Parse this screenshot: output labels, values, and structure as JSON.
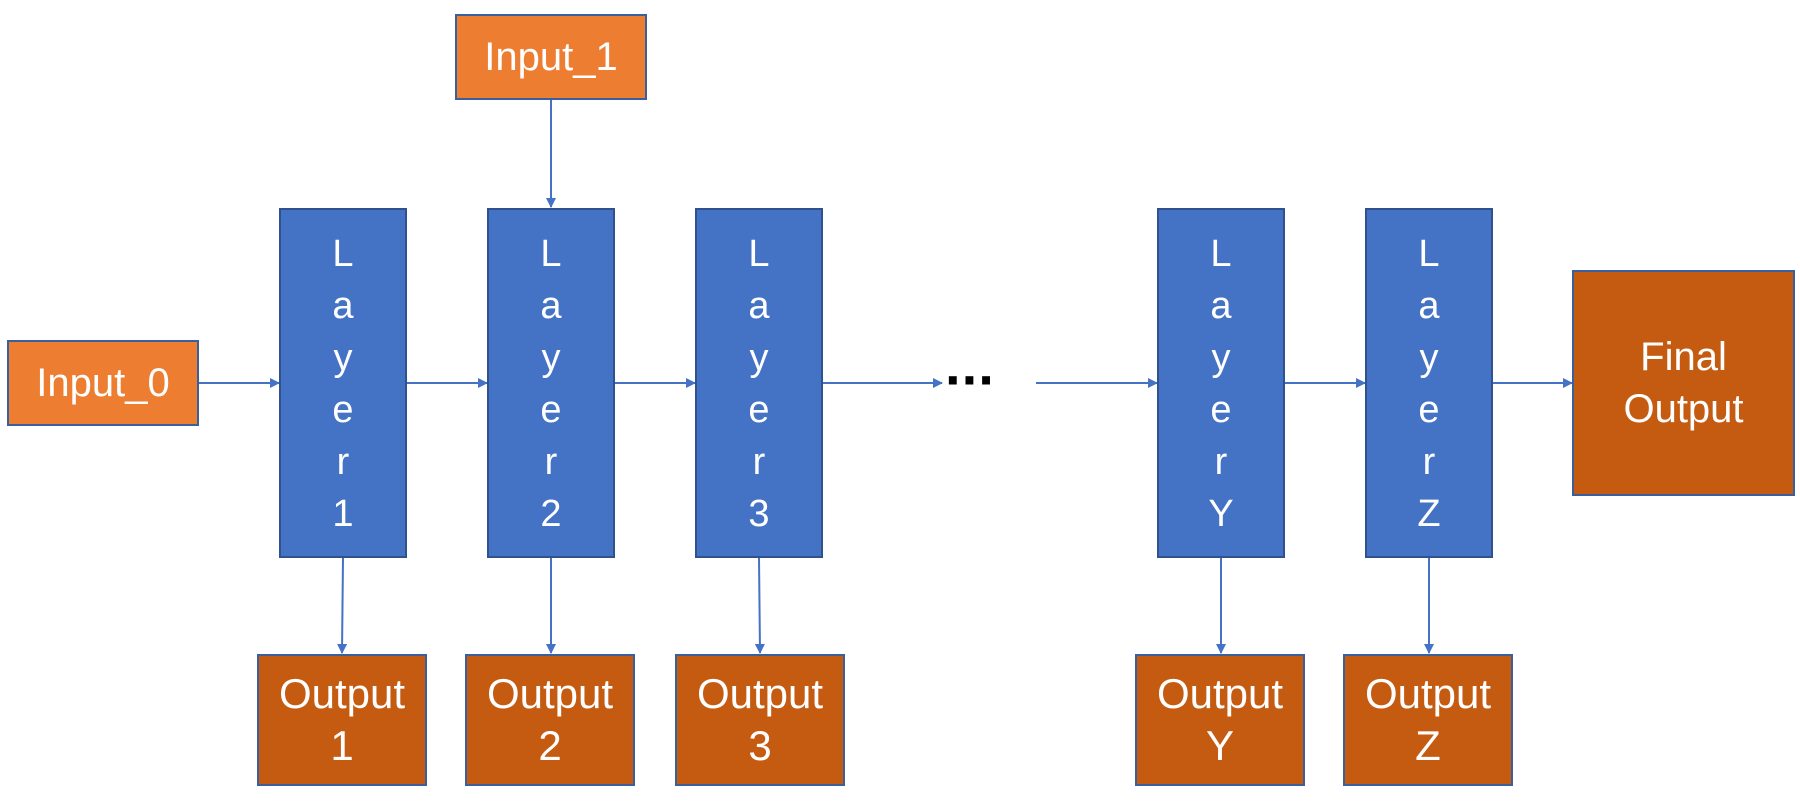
{
  "inputs": {
    "input0": "Input_0",
    "input1": "Input_1"
  },
  "layers": [
    {
      "chars": [
        "L",
        "a",
        "y",
        "e",
        "r",
        "1"
      ]
    },
    {
      "chars": [
        "L",
        "a",
        "y",
        "e",
        "r",
        "2"
      ]
    },
    {
      "chars": [
        "L",
        "a",
        "y",
        "e",
        "r",
        "3"
      ]
    },
    {
      "chars": [
        "L",
        "a",
        "y",
        "e",
        "r",
        "Y"
      ]
    },
    {
      "chars": [
        "L",
        "a",
        "y",
        "e",
        "r",
        "Z"
      ]
    }
  ],
  "outputs": [
    {
      "line1": "Output",
      "line2": "1"
    },
    {
      "line1": "Output",
      "line2": "2"
    },
    {
      "line1": "Output",
      "line2": "3"
    },
    {
      "line1": "Output",
      "line2": "Y"
    },
    {
      "line1": "Output",
      "line2": "Z"
    }
  ],
  "final_output": {
    "line1": "Final",
    "line2": "Output"
  },
  "ellipsis": "···",
  "colors": {
    "input": "#ED7D31",
    "layer": "#4472C4",
    "output": "#C55A11",
    "connector": "#4472C4"
  }
}
